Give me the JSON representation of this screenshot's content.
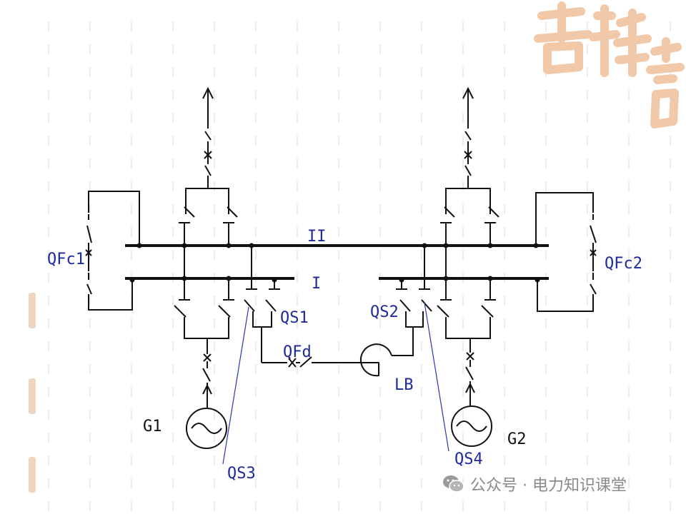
{
  "labels": {
    "bus_II": "II",
    "bus_I": "I",
    "qfc1": "QFc1",
    "qfc2": "QFc2",
    "qs1": "QS1",
    "qs2": "QS2",
    "qs3": "QS3",
    "qs4": "QS4",
    "qfd": "QFd",
    "lb": "LB",
    "g1": "G1",
    "g2": "G2"
  },
  "footer": {
    "text": "公众号 · 电力知识课堂"
  },
  "watermark": {
    "text": "吉祥意"
  },
  "colors": {
    "label_blue": "#1f2a9a",
    "line": "#111111",
    "watermark": "#f2c9a8",
    "footer": "#8a8a8a"
  }
}
